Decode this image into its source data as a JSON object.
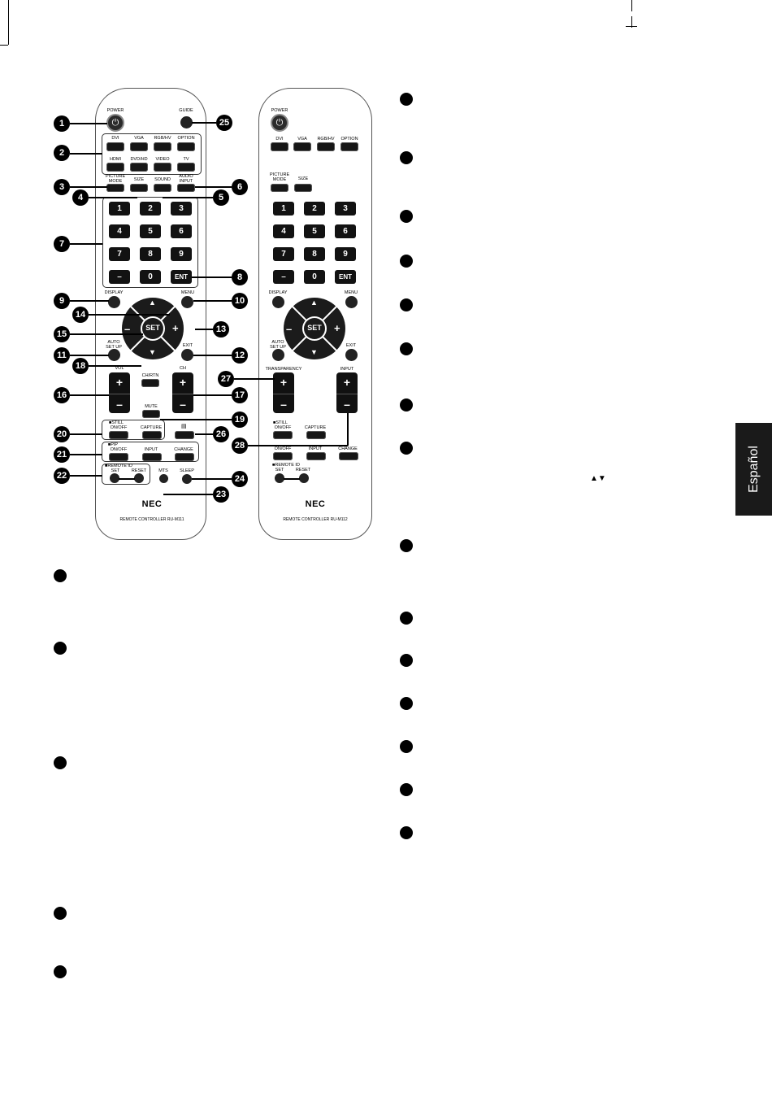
{
  "side_tab": "Español",
  "brand": "NEC",
  "remote1": {
    "model": "REMOTE CONTROLLER RU-M111",
    "power": "POWER",
    "guide": "GUIDE",
    "inputs_row1": [
      "DVI",
      "VGA",
      "RGB/HV",
      "OPTION"
    ],
    "inputs_row2": [
      "HDMI",
      "DVD/HD",
      "VIDEO",
      "TV"
    ],
    "picture_mode": "PICTURE MODE",
    "size": "SIZE",
    "sound": "SOUND",
    "audio_input": "AUDIO INPUT",
    "keypad": [
      "1",
      "2",
      "3",
      "4",
      "5",
      "6",
      "7",
      "8",
      "9",
      "–",
      "0"
    ],
    "ent": "ENT",
    "display": "DISPLAY",
    "menu": "MENU",
    "set": "SET",
    "minus": "–",
    "plus": "+",
    "auto_setup": "AUTO SET UP",
    "exit": "EXIT",
    "ch_rtn": "CH/RTN",
    "vol": "VOL",
    "ch": "CH",
    "mute": "MUTE",
    "still": "■STILL",
    "still_onoff": "ON/OFF",
    "capture": "CAPTURE",
    "pip": "■PIP",
    "pip_onoff": "ON/OFF",
    "pip_input": "INPUT",
    "change": "CHANGE",
    "remote_id": "■REMOTE ID",
    "id_set": "SET",
    "id_reset": "RESET",
    "mts": "MTS",
    "sleep": "SLEEP"
  },
  "remote2": {
    "model": "REMOTE CONTROLLER RU-M112",
    "power": "POWER",
    "inputs_row1": [
      "DVI",
      "VGA",
      "RGB/HV",
      "OPTION"
    ],
    "picture_mode": "PICTURE MODE",
    "size": "SIZE",
    "keypad": [
      "1",
      "2",
      "3",
      "4",
      "5",
      "6",
      "7",
      "8",
      "9",
      "–",
      "0"
    ],
    "ent": "ENT",
    "display": "DISPLAY",
    "menu": "MENU",
    "set": "SET",
    "minus": "–",
    "plus": "+",
    "auto_setup": "AUTO SET UP",
    "exit": "EXIT",
    "transparency": "TRANSPARENCY",
    "input": "INPUT",
    "still": "■STILL",
    "still_onoff": "ON/OFF",
    "capture": "CAPTURE",
    "pip_onoff": "ON/OFF",
    "pip_input": "INPUT",
    "change": "CHANGE",
    "remote_id": "■REMOTE ID",
    "id_set": "SET",
    "id_reset": "RESET"
  },
  "callouts": [
    "1",
    "2",
    "3",
    "4",
    "5",
    "6",
    "7",
    "8",
    "9",
    "10",
    "11",
    "12",
    "13",
    "14",
    "15",
    "16",
    "17",
    "18",
    "19",
    "20",
    "21",
    "22",
    "23",
    "24",
    "25",
    "26",
    "27",
    "28"
  ],
  "arrows_glyph": "▲▼"
}
